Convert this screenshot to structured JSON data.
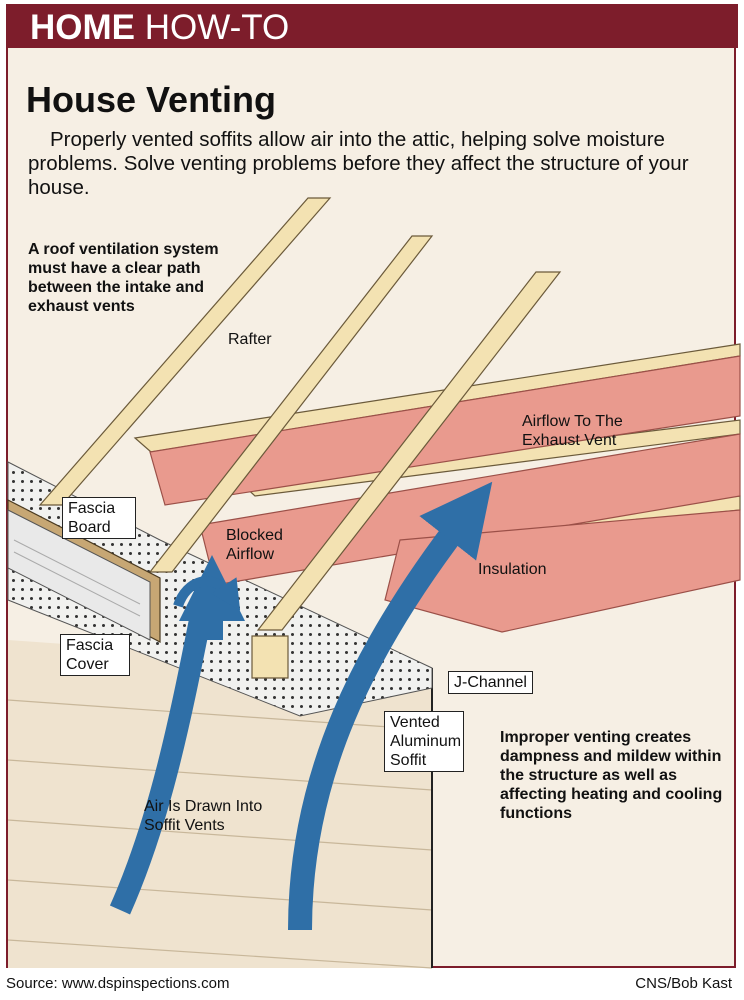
{
  "header": {
    "strong": "HOME",
    "rest": " HOW-TO"
  },
  "title": "House Venting",
  "intro": "Properly vented soffits allow air into the attic, helping solve moisture problems. Solve venting problems before they affect the structure of your house.",
  "callouts": {
    "ventilation": "A roof ventilation system must have a clear path between the intake and exhaust vents",
    "improper": "Improper venting creates dampness and mildew within the structure as well as affecting heating and cooling functions"
  },
  "labels": {
    "rafter": "Rafter",
    "airflow_exhaust": "Airflow To The Exhaust Vent",
    "fascia_board": "Fascia Board",
    "blocked_airflow": "Blocked Airflow",
    "insulation": "Insulation",
    "fascia_cover": "Fascia Cover",
    "j_channel": "J-Channel",
    "vented_soffit": "Vented Aluminum Soffit",
    "air_drawn": "Air Is Drawn Into Soffit Vents"
  },
  "footer": {
    "source": "Source: www.dspinspections.com",
    "credit": "CNS/Bob Kast"
  },
  "colors": {
    "header_bar": "#7d1d2b",
    "background": "#f6efe4",
    "rafter_wood": "#f3e2b2",
    "insulation": "#e99a8e",
    "airflow_arrow": "#2f6fa7",
    "soffit": "#f1f1ef"
  }
}
